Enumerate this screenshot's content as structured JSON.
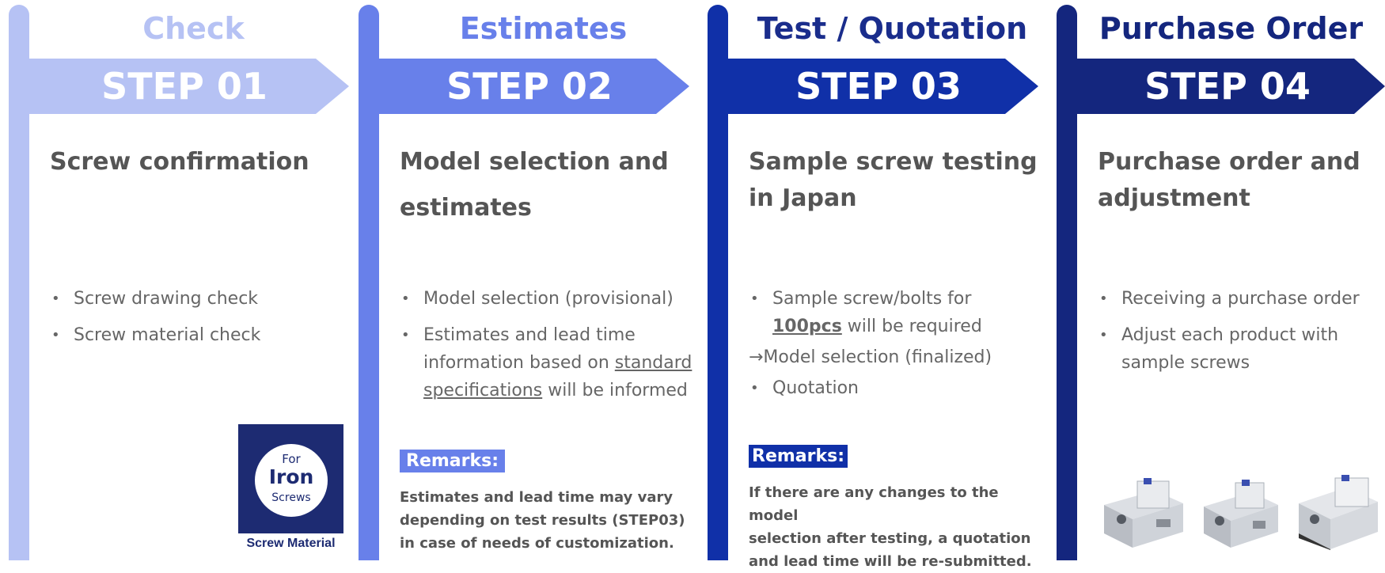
{
  "colors": {
    "step1": "#b6c2f4",
    "step2": "#6880ea",
    "step3": "#1030a8",
    "step4": "#14267e",
    "remarks_bg": "#6880ea",
    "remarks3_bg": "#1030a8"
  },
  "steps": [
    {
      "heading": "Check",
      "step_label": "STEP 01",
      "subtitle": "Screw confirmation",
      "bullets": [
        "Screw drawing check",
        "Screw material check"
      ],
      "badge": {
        "for": "For",
        "iron": "Iron",
        "screws": "Screws",
        "caption": "Screw Material"
      }
    },
    {
      "heading": "Estimates",
      "step_label": "STEP 02",
      "subtitle_line1": "Model selection and",
      "subtitle_line2": "estimates",
      "bullet1": "Model selection (provisional)",
      "bullet2_part1": "Estimates and lead time",
      "bullet2_part2": "information based on ",
      "bullet2_link1": "standard",
      "bullet2_link2": "specifications",
      "bullet2_part3": " will be informed",
      "remarks_label": "Remarks:",
      "remarks_line1": "Estimates and lead time may vary",
      "remarks_line2": "depending on test results (STEP03)",
      "remarks_line3": "in case of needs of customization."
    },
    {
      "heading": "Test / Quotation",
      "step_label": "STEP 03",
      "subtitle_line1": "Sample screw testing",
      "subtitle_line2": "in Japan",
      "bullet1_part1": "Sample screw/bolts for",
      "bullet1_bold": "100pcs",
      "bullet1_part2": " will be required",
      "plain_line": "→Model selection (finalized)",
      "bullet2": "Quotation",
      "remarks_label": "Remarks:",
      "remarks_line1": "If there are any changes to the model",
      "remarks_line2": "selection after testing, a quotation",
      "remarks_line3": "and lead time will be re-submitted."
    },
    {
      "heading": "Purchase Order",
      "step_label": "STEP 04",
      "subtitle_line1": "Purchase order and",
      "subtitle_line2": "adjustment",
      "bullet1": "Receiving a purchase order",
      "bullet2_line1": "Adjust each product with",
      "bullet2_line2": "sample screws"
    }
  ],
  "bullet_glyph": "•"
}
